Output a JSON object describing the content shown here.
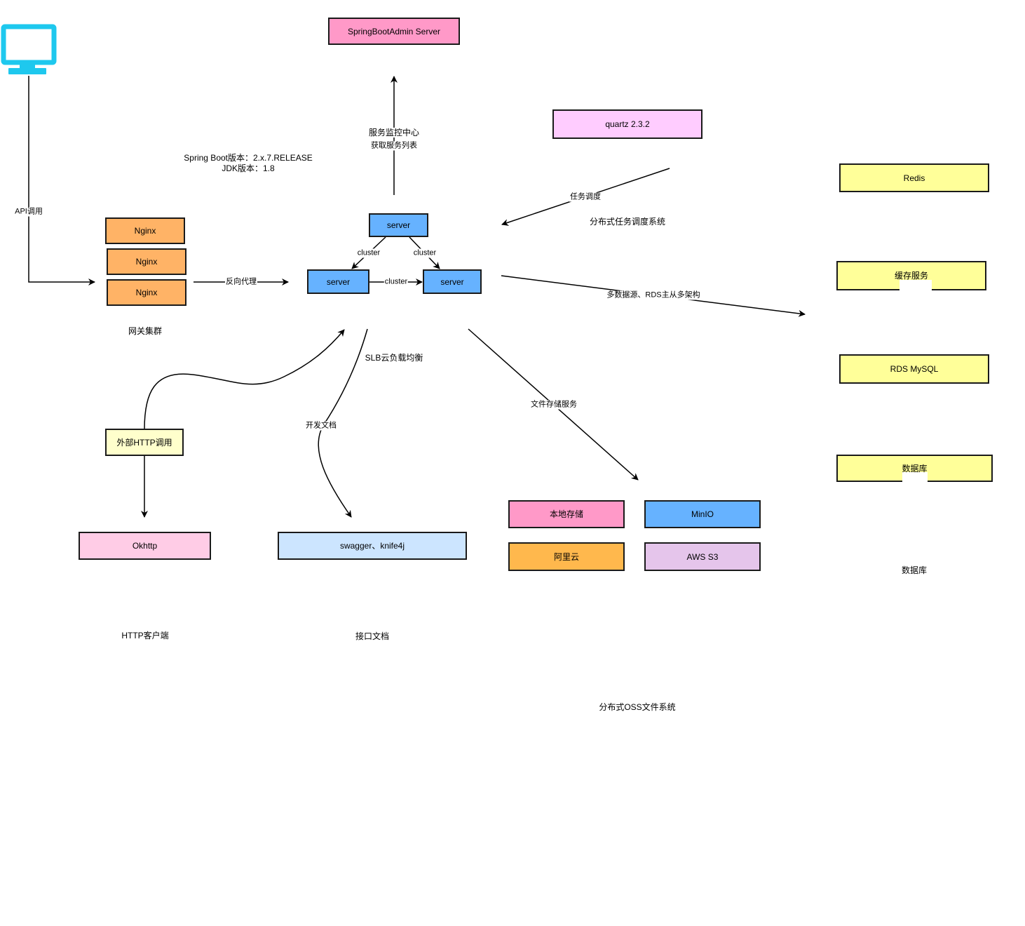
{
  "colors": {
    "pink": "#ff99c8",
    "magenta_light": "#ffccff",
    "blue": "#66b2ff",
    "orange": "#ffb366",
    "orange2": "#ffb84d",
    "yellow": "#ffff99",
    "light_yellow": "#ffffcc",
    "light_pink": "#ffcce6",
    "light_blue": "#cce5ff",
    "lavender": "#e5c5eb",
    "monitor": "#1ec8ee"
  },
  "icons": {
    "client": "monitor-icon"
  },
  "nodes": {
    "admin_server": "SpringBootAdmin Server",
    "quartz": "quartz 2.3.2",
    "redis": "Redis",
    "cache": "缓存服务",
    "rds": "RDS MySQL",
    "db": "数据库",
    "nginx": [
      "Nginx",
      "Nginx",
      "Nginx"
    ],
    "server_top": "server",
    "server_left": "server",
    "server_right": "server",
    "http_call": "外部HTTP调用",
    "okhttp": "Okhttp",
    "swagger": "swagger、knife4j",
    "local_storage": "本地存储",
    "minio": "MinIO",
    "aliyun": "阿里云",
    "aws": "AWS S3"
  },
  "labels": {
    "versions": [
      "Spring Boot版本：2.x.7.RELEASE",
      "JDK版本：1.8"
    ],
    "monitor": [
      "服务监控中心",
      "获取服务列表"
    ],
    "gateway_cluster": "网关集群",
    "slb": "SLB云负载均衡",
    "scheduler_system": "分布式任务调度系统",
    "db_group": "数据库",
    "http_client": "HTTP客户端",
    "api_docs": "接口文档",
    "oss_system": "分布式OSS文件系统"
  },
  "edges": {
    "api_call": "API调用",
    "reverse_proxy": "反向代理",
    "cluster_left": "cluster",
    "cluster_right": "cluster",
    "cluster_bottom": "cluster",
    "task_schedule": "任务调度",
    "multi_datasource": "多数据源、RDS主从多架构",
    "dev_docs": "开发文档",
    "file_storage": "文件存储服务"
  }
}
